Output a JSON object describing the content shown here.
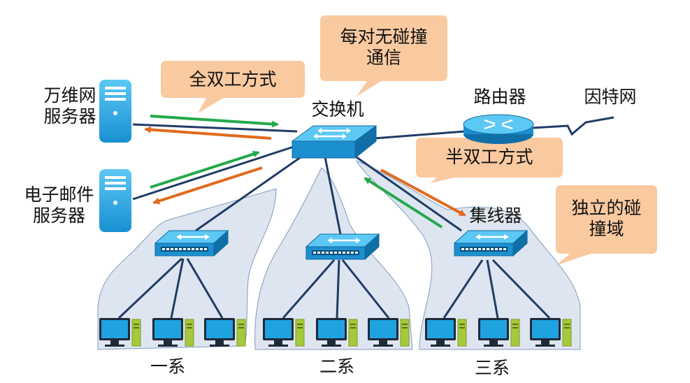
{
  "labels": {
    "web_server": "万维网\n服务器",
    "mail_server": "电子邮件\n服务器",
    "switch": "交换机",
    "router": "路由器",
    "internet": "因特网",
    "hub": "集线器",
    "dept1": "一系",
    "dept2": "二系",
    "dept3": "三系"
  },
  "callouts": {
    "full_duplex": "全双工方式",
    "collision_free": "每对无碰撞\n通信",
    "half_duplex": "半双工方式",
    "collision_domain": "独立的碰\n撞域"
  },
  "colors": {
    "callout_fill": "#f9c9a0",
    "domain_fill": "#dde5f0",
    "link": "#1f3c66",
    "arrow_green": "#23a94a",
    "arrow_orange": "#e06b1e",
    "device_blue": "#1fa3e0",
    "pc_case": "#a5c93a"
  }
}
